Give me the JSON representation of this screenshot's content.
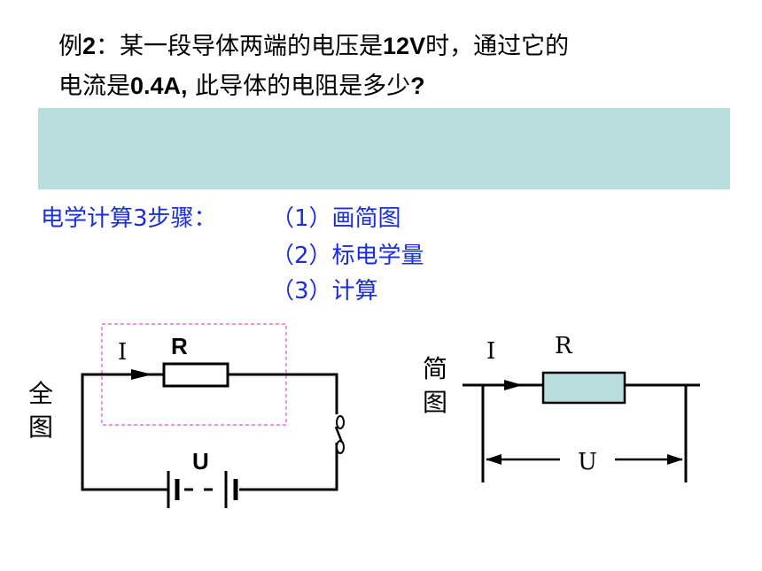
{
  "problem": {
    "line1_prefix": "例",
    "line1_num": "2",
    "line1_mid": "：某一段导体两端的电压是",
    "line1_voltage": "12V",
    "line1_suffix": "时，通过它的",
    "line2_prefix": "电流是",
    "line2_current": "0.4A,",
    "line2_mid": " 此导体的电阻是多少",
    "line2_q": "?"
  },
  "steps": {
    "title": "电学计算3步骤：",
    "step1": "（1）画简图",
    "step2": "（2）标电学量",
    "step3": "（3）计算"
  },
  "full_diagram": {
    "side_label_1": "全",
    "side_label_2": "图",
    "current_label": "I",
    "resistor_label": "R",
    "voltage_label": "U"
  },
  "simple_diagram": {
    "side_label_1": "简",
    "side_label_2": "图",
    "current_label": "I",
    "resistor_label": "R",
    "voltage_label": "U"
  },
  "colors": {
    "answer_box": "#b9dcdc",
    "steps_text": "#1a2ee0",
    "highlight_box": "#e052e0",
    "resistor_fill": "#b9dcdc"
  }
}
